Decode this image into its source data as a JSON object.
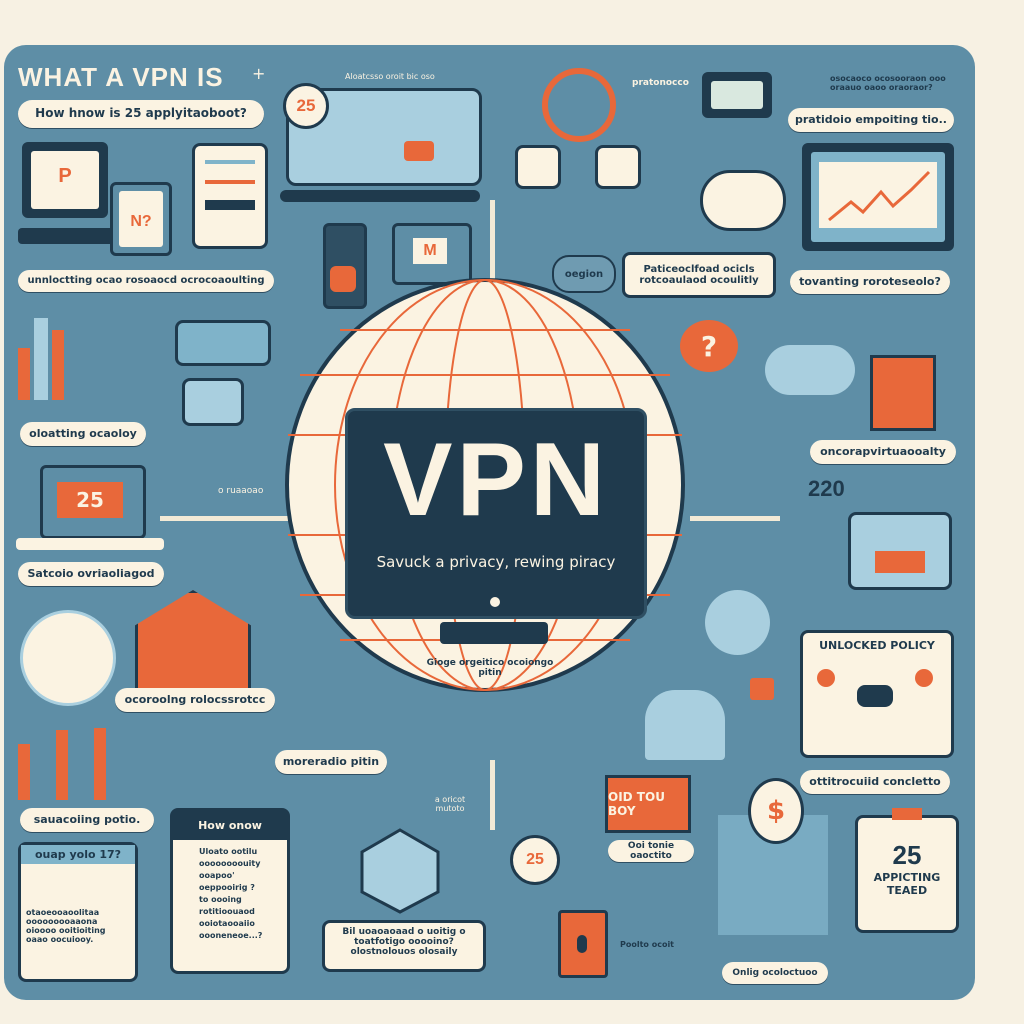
{
  "title": "WHAT A VPN IS",
  "subtitle": "How hnow is 25 applyitaoboot?",
  "center": {
    "logo": "VPN",
    "tagline": "Savuck a privacy, rewing piracy",
    "under_label": "Gioge orgeitico ocoiongo pitin"
  },
  "labels": {
    "top_left_caption": "unnloctting ocao rosoaocd ocrocoaoulting",
    "map_caption": "Aloatcsso oroit bic oso",
    "people_caption": "pratonocco",
    "region": "oegion",
    "center_box": "Paticeoclfoad ocicls rotcoaulaod ocoulitly",
    "right_top": "pratidoio empoiting tio..",
    "right_top_note": "osocaoco ocosooraon ooo oraauo oaoo oraoraor?",
    "monitor_caption": "tovanting roroteseolo?",
    "left_mid": "oloatting ocaoloy",
    "left_laptop": "Satcoio ovriaoliagod",
    "left_laptop_note": "o ruaaoao",
    "house_caption": "ocoroolng rolocssrotcc",
    "path_caption": "moreradio pitin",
    "bars_caption": "sauacoiing potio.",
    "right_mid": "oncorapvirtuaooalty",
    "right_count": "220",
    "unlocked_caption": "ottitrocuiid concletto",
    "billboard_caption": "Ooi tonie oaoctito",
    "money_caption": "Onlig ocoloctuoo",
    "bottom_note": "Bil uoaoaoaad o uoitig o toatfotigo ooooino? olostnolouos olosaily",
    "lock_note": "Poolto ocoit",
    "small_note": "a oricot mutoto"
  },
  "cards": {
    "quiz": {
      "title": "ouap yolo 17?",
      "text": "otaoeooaoolitaa ooooooooaaona oioooo ooitioiting oaao oocuiooy."
    },
    "howto": {
      "title": "How onow",
      "items": [
        "Uloato ootilu",
        "oooooooouity",
        "ooapoo'",
        "oeppooirig ?",
        "to oooing",
        "rotitioouaod",
        "ooiotaooaiio",
        "oooneneoe...?"
      ]
    },
    "unlocked": {
      "title": "UNLOCKED POLICY"
    },
    "stat": {
      "number": "25",
      "line1": "APPICTING",
      "line2": "TEAED"
    },
    "billboard": "OID TOU BOY"
  },
  "badges": {
    "top_map": "25",
    "laptop": "25",
    "bottom_pin": "25",
    "doc_pin": "N?",
    "monitor_logo": "P",
    "tv": "M"
  },
  "colors": {
    "panel": "#5e8ea6",
    "cream": "#fbf3e2",
    "accent": "#e8683a",
    "navy": "#1f3a4d",
    "page": "#f7f1e3"
  }
}
